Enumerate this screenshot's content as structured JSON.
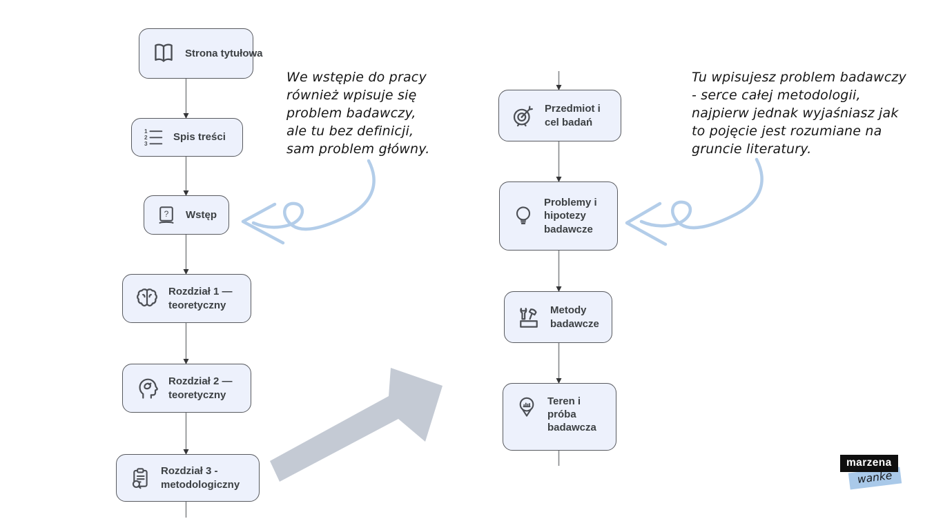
{
  "colors": {
    "box_fill": "#edf1fc",
    "box_border": "#57595e",
    "label_text": "#3c4043",
    "connector_line": "#87898c",
    "connector_arrowhead": "#343537",
    "doodle_arrow_blue": "#b3cde9",
    "big_arrow_gray": "#c4cad4",
    "logo_black_bg": "#0f0f0f",
    "logo_blue_bg": "#a9c9e9"
  },
  "flowchart": {
    "left_column": {
      "boxes": [
        {
          "icon": "open-book",
          "label": "Strona tytułowa"
        },
        {
          "icon": "numbered-list",
          "label": "Spis treści"
        },
        {
          "icon": "question-book",
          "label": "Wstęp"
        },
        {
          "icon": "brain",
          "label": "Rozdział 1 — teoretyczny"
        },
        {
          "icon": "head-gears",
          "label": "Rozdział 2 — teoretyczny"
        },
        {
          "icon": "clipboard-search",
          "label": "Rozdział 3 - metodologiczny"
        }
      ]
    },
    "right_column": {
      "boxes": [
        {
          "icon": "target-dart",
          "label": "Przedmiot i cel badań"
        },
        {
          "icon": "lightbulb",
          "label": "Problemy i hipotezy badawcze"
        },
        {
          "icon": "tools",
          "label": "Metody badawcze"
        },
        {
          "icon": "location-chart",
          "label": "Teren i próba badawcza"
        }
      ]
    }
  },
  "icon_glyphs": {
    "question_mark": "?",
    "list_numbers": [
      "1",
      "2",
      "3"
    ]
  },
  "annotations": {
    "left": {
      "lines": [
        "We wstępie do pracy",
        "również wpisuje się",
        "problem badawczy,",
        "ale tu bez definicji,",
        "sam problem główny."
      ]
    },
    "right": {
      "lines": [
        "Tu wpisujesz problem badawczy",
        "- serce całej metodologii,",
        "najpierw jednak wyjaśniasz jak",
        "to pojęcie jest rozumiane na",
        "gruncie literatury."
      ]
    }
  },
  "logo": {
    "line1": "marzena",
    "line2": "wanke"
  }
}
